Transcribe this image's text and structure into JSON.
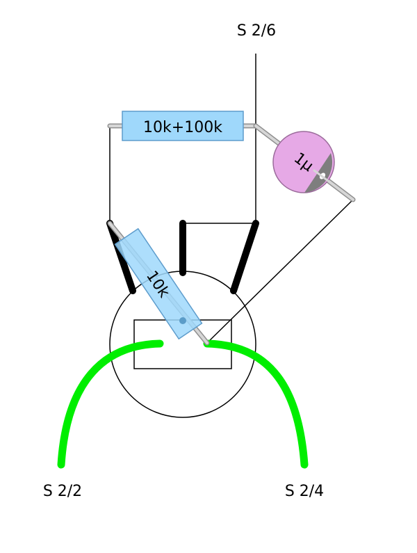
{
  "labels": {
    "top": "S 2/6",
    "bottom_left": "S 2/2",
    "bottom_right": "S 2/4"
  },
  "components": {
    "resistor_top": {
      "value": "10k+100k",
      "color": "#9fd8fb"
    },
    "resistor_pot": {
      "value": "10k",
      "color": "#9fd8fb"
    },
    "capacitor": {
      "value": "1µ",
      "color": "#e6a9e6"
    }
  },
  "colors": {
    "wire_green": "#00ee00",
    "pin_black": "#000000",
    "lead_grey": "#c7c7c7",
    "outline": "#000000"
  }
}
